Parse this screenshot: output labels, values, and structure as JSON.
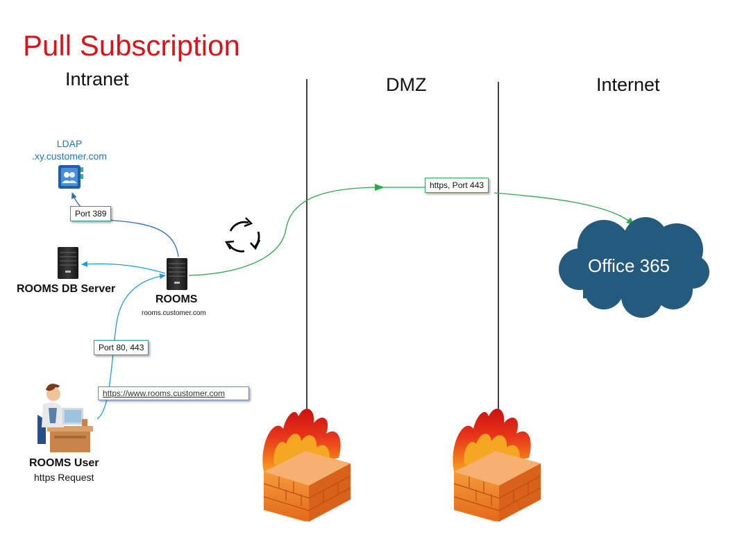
{
  "title": "Pull Subscription",
  "zones": {
    "intranet": "Intranet",
    "dmz": "DMZ",
    "internet": "Internet"
  },
  "ldap": {
    "title": "LDAP",
    "host": ".xy.customer.com",
    "icon": "contacts-book-icon"
  },
  "db_server": {
    "label": "ROOMS DB Server",
    "icon": "server-icon"
  },
  "rooms": {
    "label": "ROOMS",
    "host": "rooms.customer.com",
    "icon": "server-icon"
  },
  "user": {
    "label": "ROOMS User",
    "sub": "https Request",
    "icon": "user-at-desk-icon"
  },
  "connections": {
    "port389": "Port 389",
    "port80_443": "Port 80, 443",
    "https443": "https, Port 443",
    "url": "https://www.rooms.customer.com"
  },
  "cloud": {
    "label": "Office 365",
    "color": "#235a7d"
  },
  "colors": {
    "title": "#d9141a",
    "intranet_link": "#1a9fd8",
    "internet_link": "#2aa84a",
    "ldap_text": "#1a78c2"
  }
}
